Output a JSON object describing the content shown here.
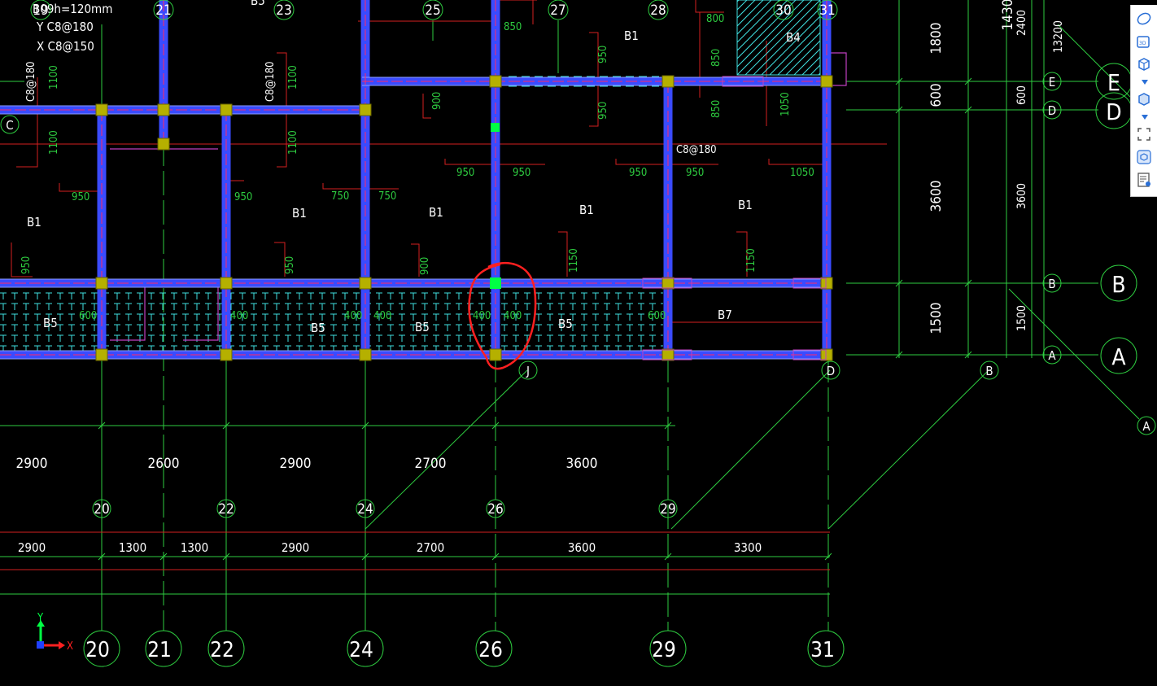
{
  "colors": {
    "background": "#000000",
    "axis": "#00ff00",
    "beam": "#3a4bff",
    "beam_edge": "#7b8cff",
    "beam_center": "#ff2a6a",
    "column": "#b5b000",
    "red": "#d41f1f",
    "green_text": "#2ecc40",
    "white_text": "#ffffff",
    "slab_hatch": "#40e0e0",
    "magenta": "#c040c0",
    "highlight": "#ff2020",
    "selected": "#00ff44"
  },
  "legend": {
    "line1": "B09h=120mm",
    "line2": "Y C8@180",
    "line3": "X C8@150"
  },
  "labels": {
    "c8_180_a": "C8@180",
    "c8_180_b": "C8@180",
    "c8_180_c": "C8@180",
    "slabs": [
      "B1",
      "B1",
      "B1",
      "B1",
      "B1",
      "B1",
      "B4",
      "B5",
      "B5",
      "B5",
      "B5",
      "B7",
      "B5"
    ]
  },
  "top_axis_labels": [
    "19",
    "21",
    "23",
    "25",
    "27",
    "28",
    "30",
    "31"
  ],
  "row_axis_labels": {
    "C": "C",
    "E": "E",
    "D": "D",
    "B": "B",
    "A": "A",
    "J": "J",
    "D2": "D",
    "B2": "B",
    "A2": "A"
  },
  "big_row_bubbles": [
    "E",
    "D",
    "B",
    "A"
  ],
  "mid_axis_labels": [
    "20",
    "22",
    "24",
    "26",
    "29"
  ],
  "bottom_axis_labels": [
    "20",
    "21",
    "22",
    "24",
    "26",
    "29",
    "31"
  ],
  "dims_mid": [
    "2900",
    "2600",
    "2900",
    "2700",
    "3600"
  ],
  "dims_low": [
    "2900",
    "1300",
    "1300",
    "2900",
    "2700",
    "3600",
    "3300"
  ],
  "dims_right_big": [
    "1800",
    "600",
    "3600",
    "1500",
    "1430"
  ],
  "dims_right_small": [
    "2400",
    "600",
    "3600",
    "1500",
    "13200"
  ],
  "green_dims": {
    "d1100a": "1100",
    "d1100b": "1100",
    "d1100c": "1100",
    "d1100d": "1100",
    "d950a": "950",
    "d950b": "950",
    "d750a": "750",
    "d750b": "750",
    "d950c": "950",
    "d950d": "950",
    "d950e": "950",
    "d950f": "950",
    "d1050a": "1050",
    "d850a": "850",
    "d850b": "850",
    "d1050b": "1050",
    "d950g": "950",
    "d950h": "950",
    "d800": "800",
    "d850c": "850",
    "d900a": "900",
    "d900b": "900",
    "d1150a": "1150",
    "d1150b": "1150",
    "d950i": "950",
    "d950j": "950",
    "d600a": "600",
    "d400a": "400",
    "d400b": "400",
    "d400c": "400",
    "d400d": "400",
    "d400e": "400",
    "d600b": "600"
  },
  "ucs": {
    "x_label": "X",
    "y_label": "Y"
  },
  "toolbar": {
    "tools": [
      "orbit-tool-icon",
      "view-3d-icon",
      "box-view-icon",
      "box-view-alt-icon",
      "fullscreen-icon",
      "layer-cube-icon",
      "properties-panel-icon"
    ]
  }
}
